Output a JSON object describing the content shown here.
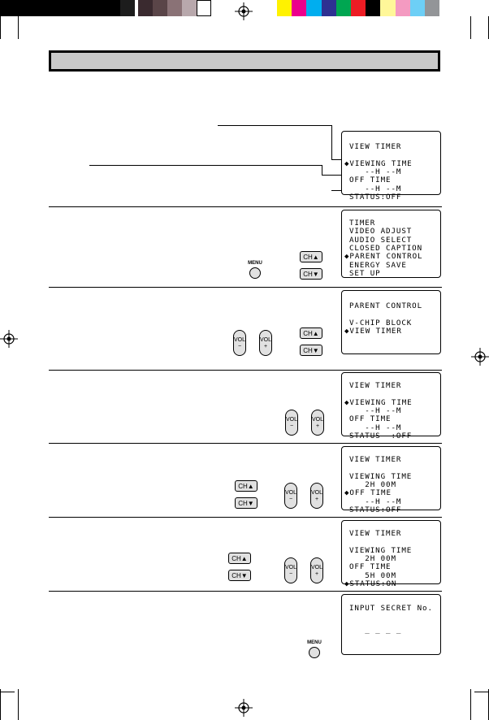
{
  "colors": {
    "gray_swatches": [
      "#000000",
      "#1c1c1c",
      "#3a2a2f",
      "#5a4548",
      "#8a7276",
      "#b8a8ac",
      "#ffffff"
    ],
    "color_swatches": [
      "#fff200",
      "#ec008c",
      "#00aeef",
      "#2e3192",
      "#00a651",
      "#ed1c24",
      "#000000",
      "#fff799",
      "#f49ac1",
      "#6dcff6",
      "#939598"
    ],
    "title_bar": "#c9c9c9",
    "button_fill": "#e1e1e1"
  },
  "buttons": {
    "ch_up": "CH▲",
    "ch_down": "CH▼",
    "vol_minus": "VOL\n−",
    "vol_plus": "VOL\n+",
    "menu": "MENU"
  },
  "screens": [
    {
      "lines": [
        "VIEW TIMER",
        "",
        "◆VIEWING TIME",
        "   --H --M",
        "OFF TIME",
        "   --H --M",
        "STATUS:OFF"
      ]
    },
    {
      "lines": [
        "TIMER",
        "VIDEO ADJUST",
        "AUDIO SELECT",
        "CLOSED CAPTION",
        "◆PARENT CONTROL",
        "ENERGY SAVE",
        "SET UP"
      ]
    },
    {
      "lines": [
        "PARENT CONTROL",
        "",
        "V-CHIP BLOCK",
        "◆VIEW TIMER"
      ]
    },
    {
      "lines": [
        "VIEW TIMER",
        "",
        "◆VIEWING TIME",
        "   --H --M",
        "OFF TIME",
        "   --H --M",
        "STATUS  :OFF"
      ]
    },
    {
      "lines": [
        "VIEW TIMER",
        "",
        "VIEWING TIME",
        "   2H 00M",
        "◆OFF TIME",
        "   --H --M",
        "STATUS:OFF"
      ]
    },
    {
      "lines": [
        "VIEW TIMER",
        "",
        "VIEWING TIME",
        "   2H 00M",
        "OFF TIME",
        "   5H 00M",
        "◆STATUS:ON"
      ]
    },
    {
      "lines": [
        "INPUT SECRET No.",
        "",
        "",
        "   _ _ _ _"
      ]
    }
  ]
}
